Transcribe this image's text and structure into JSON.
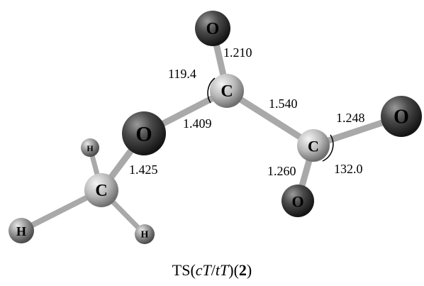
{
  "atoms": {
    "o_top": "O",
    "c_upper": "C",
    "o_mid": "O",
    "o_right": "O",
    "c_right": "C",
    "o_bottom": "O",
    "c_methyl": "C",
    "h_top": "H",
    "h_left": "H",
    "h_right": "H"
  },
  "measurements": {
    "bond_c_o_top": "1.210",
    "angle_upper": "119.4",
    "bond_c_c": "1.540",
    "bond_c_o_mid": "1.409",
    "bond_o_methyl": "1.425",
    "bond_c_o_right": "1.248",
    "bond_c_o_bottom": "1.260",
    "angle_right": "132.0"
  },
  "caption": {
    "prefix": "TS(",
    "italic_1": "cT",
    "slash": "/",
    "italic_2": "tT",
    "middle": ")(",
    "bold_num": "2",
    "suffix": ")"
  },
  "colors": {
    "bond": "#a8a8a8",
    "carbon": "#b3b3b3",
    "oxygen": "#3c3c3c",
    "hydrogen": "#8f8f8f"
  }
}
